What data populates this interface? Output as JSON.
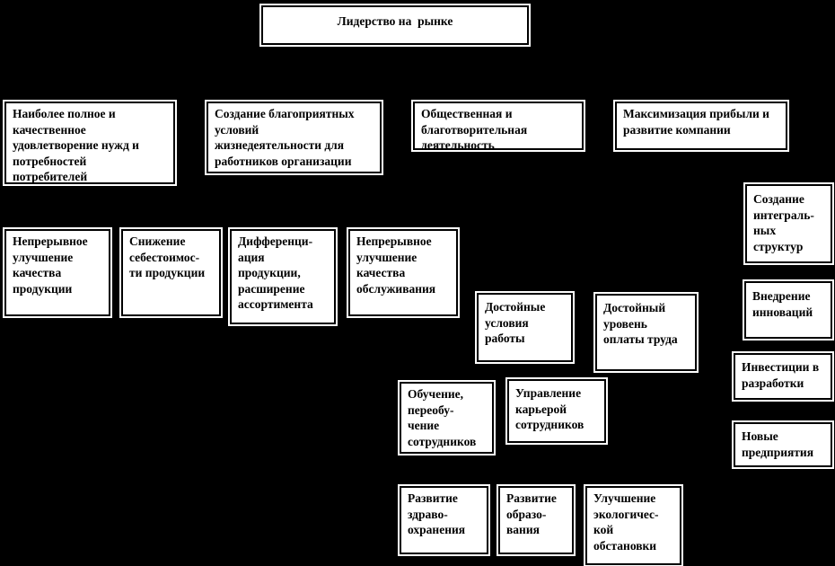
{
  "diagram": {
    "type": "goal-tree",
    "colors": {
      "background": "#000000",
      "node_fill": "#ffffff",
      "node_border": "#000000",
      "node_outline": "#ffffff",
      "text": "#000000"
    },
    "root": {
      "market_leadership": "Лидерство на  рынке"
    },
    "nodes": {
      "consumer_satisfaction": "Наиболее полное и\nкачественное\nудовлетворение нужд и\nпотребностей\nпотребителей",
      "favorable_conditions": "Создание благоприятных\nусловий\nжизнедеятельности для\nработников организации",
      "public_charity": "Общественная и\nблаготворительная\nдеятельность",
      "profit_maximization": "Максимизация прибыли и\nразвитие компании",
      "integral_structures": "Создание\nинтеграль-\nных\nструктур",
      "innovations": "Внедрение\nинноваций",
      "rd_investments": "Инвестиции в\nразработки",
      "new_enterprises": "Новые\nпредприятия",
      "product_quality": "Непрерывное\nулучшение\nкачества\nпродукции",
      "cost_reduction": "Снижение\nсебестоимос-\nти продукции",
      "differentiation": "Дифференци-\nация\nпродукции,\nрасширение\nассортимента",
      "service_quality": "Непрерывное\nулучшение\nкачества\nобслуживания",
      "work_conditions": "Достойные\nусловия\nработы",
      "salary_level": "Достойный\nуровень\nоплаты труда",
      "training": "Обучение,\nпереобу-\nчение\nсотрудников",
      "career_management": "Управление\nкарьерой\nсотрудников",
      "healthcare": "Развитие\nздраво-\nохранения",
      "education": "Развитие\nобразо-\nвания",
      "ecology": "Улучшение\nэкологичес-\nкой\nобстановки"
    }
  }
}
